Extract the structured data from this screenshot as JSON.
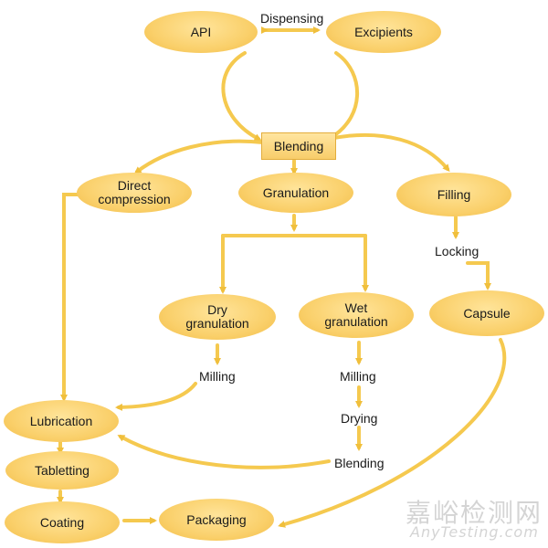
{
  "nodes": {
    "api": "API",
    "excipients": "Excipients",
    "blending_top": "Blending",
    "direct_compression": "Direct\ncompression",
    "granulation": "Granulation",
    "filling": "Filling",
    "dry_granulation": "Dry\ngranulation",
    "wet_granulation": "Wet\ngranulation",
    "capsule": "Capsule",
    "lubrication": "Lubrication",
    "tabletting": "Tabletting",
    "coating": "Coating",
    "packaging": "Packaging"
  },
  "labels": {
    "dispensing": "Dispensing",
    "locking": "Locking",
    "milling_dry": "Milling",
    "milling_wet": "Milling",
    "drying": "Drying",
    "blending_bottom": "Blending"
  },
  "watermark": {
    "cn": "嘉峪检测网",
    "en": "AnyTesting.com"
  },
  "colors": {
    "node_fill": "#fad06b",
    "arrow": "#f5c94f",
    "watermark": "#d4d4d4"
  }
}
